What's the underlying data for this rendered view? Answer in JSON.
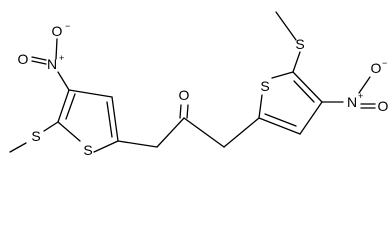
{
  "molecule": {
    "atoms": {
      "o_nitro_left_top": "O",
      "o_nitro_left_top_charge": "−",
      "n_nitro_left": "N",
      "n_nitro_left_charge": "+",
      "o_nitro_left_side": "O",
      "s_methylthio_left": "S",
      "s_ring_left": "S",
      "o_ketone": "O",
      "s_ring_right": "S",
      "s_methylthio_right": "S",
      "o_nitro_right_top": "O",
      "o_nitro_right_top_charge": "−",
      "n_nitro_right": "N",
      "n_nitro_right_charge": "+",
      "o_nitro_right_side": "O"
    }
  }
}
